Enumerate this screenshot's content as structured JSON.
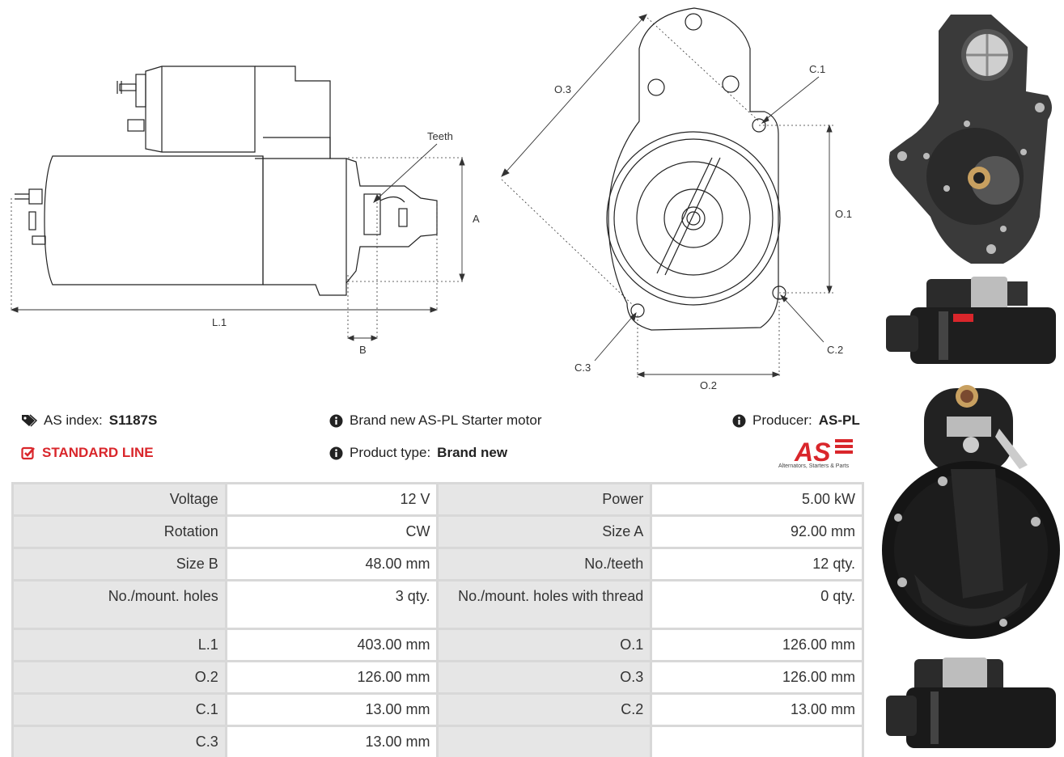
{
  "drawing": {
    "side_labels": {
      "teeth": "Teeth",
      "a": "A",
      "l1": "L.1",
      "b": "B"
    },
    "front_labels": {
      "o3": "O.3",
      "c1": "C.1",
      "o1": "O.1",
      "c2": "C.2",
      "c3": "C.3",
      "o2": "O.2"
    }
  },
  "info": {
    "as_index_label": "AS index:",
    "as_index_value": "S1187S",
    "line": "STANDARD LINE",
    "description": "Brand new AS-PL Starter motor",
    "product_type_label": "Product type:",
    "product_type_value": "Brand new",
    "producer_label": "Producer:",
    "producer_value": "AS-PL",
    "logo_text": "AS",
    "logo_tagline": "Alternators, Starters & Parts",
    "icons": {
      "tag": "tag-icon",
      "check": "checkbox-icon",
      "info": "info-circle-icon"
    },
    "accent_color": "#d9262b"
  },
  "specs": [
    {
      "l1": "Voltage",
      "v1": "12 V",
      "l2": "Power",
      "v2": "5.00 kW"
    },
    {
      "l1": "Rotation",
      "v1": "CW",
      "l2": "Size A",
      "v2": "92.00 mm"
    },
    {
      "l1": "Size B",
      "v1": "48.00 mm",
      "l2": "No./teeth",
      "v2": "12 qty."
    },
    {
      "l1": "No./mount. holes",
      "v1": "3 qty.",
      "l2": "No./mount. holes with thread",
      "v2": "0 qty."
    },
    {
      "l1": "L.1",
      "v1": "403.00 mm",
      "l2": "O.1",
      "v2": "126.00 mm"
    },
    {
      "l1": "O.2",
      "v1": "126.00 mm",
      "l2": "O.3",
      "v2": "126.00 mm"
    },
    {
      "l1": "C.1",
      "v1": "13.00 mm",
      "l2": "C.2",
      "v2": "13.00 mm"
    },
    {
      "l1": "C.3",
      "v1": "13.00 mm",
      "l2": "",
      "v2": ""
    }
  ]
}
